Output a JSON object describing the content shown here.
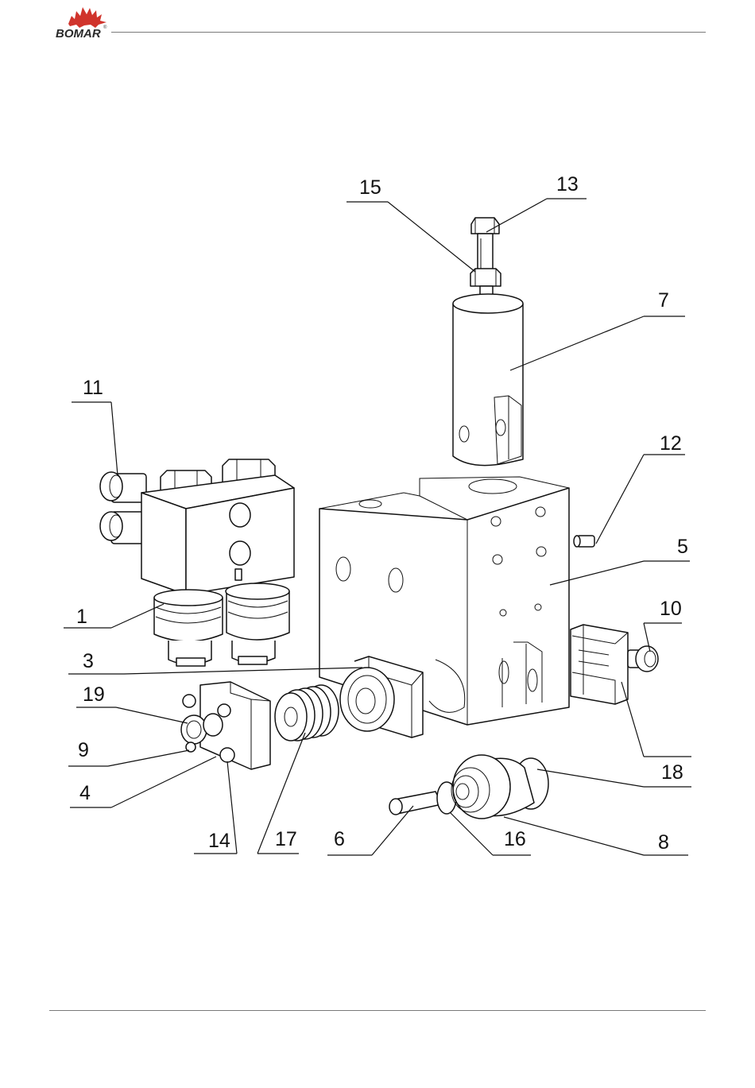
{
  "header": {
    "brand": "BOMAR",
    "registered": "®"
  },
  "callouts": [
    "15",
    "13",
    "7",
    "11",
    "12",
    "5",
    "1",
    "10",
    "3",
    "19",
    "9",
    "4",
    "18",
    "14",
    "17",
    "6",
    "16",
    "8"
  ]
}
